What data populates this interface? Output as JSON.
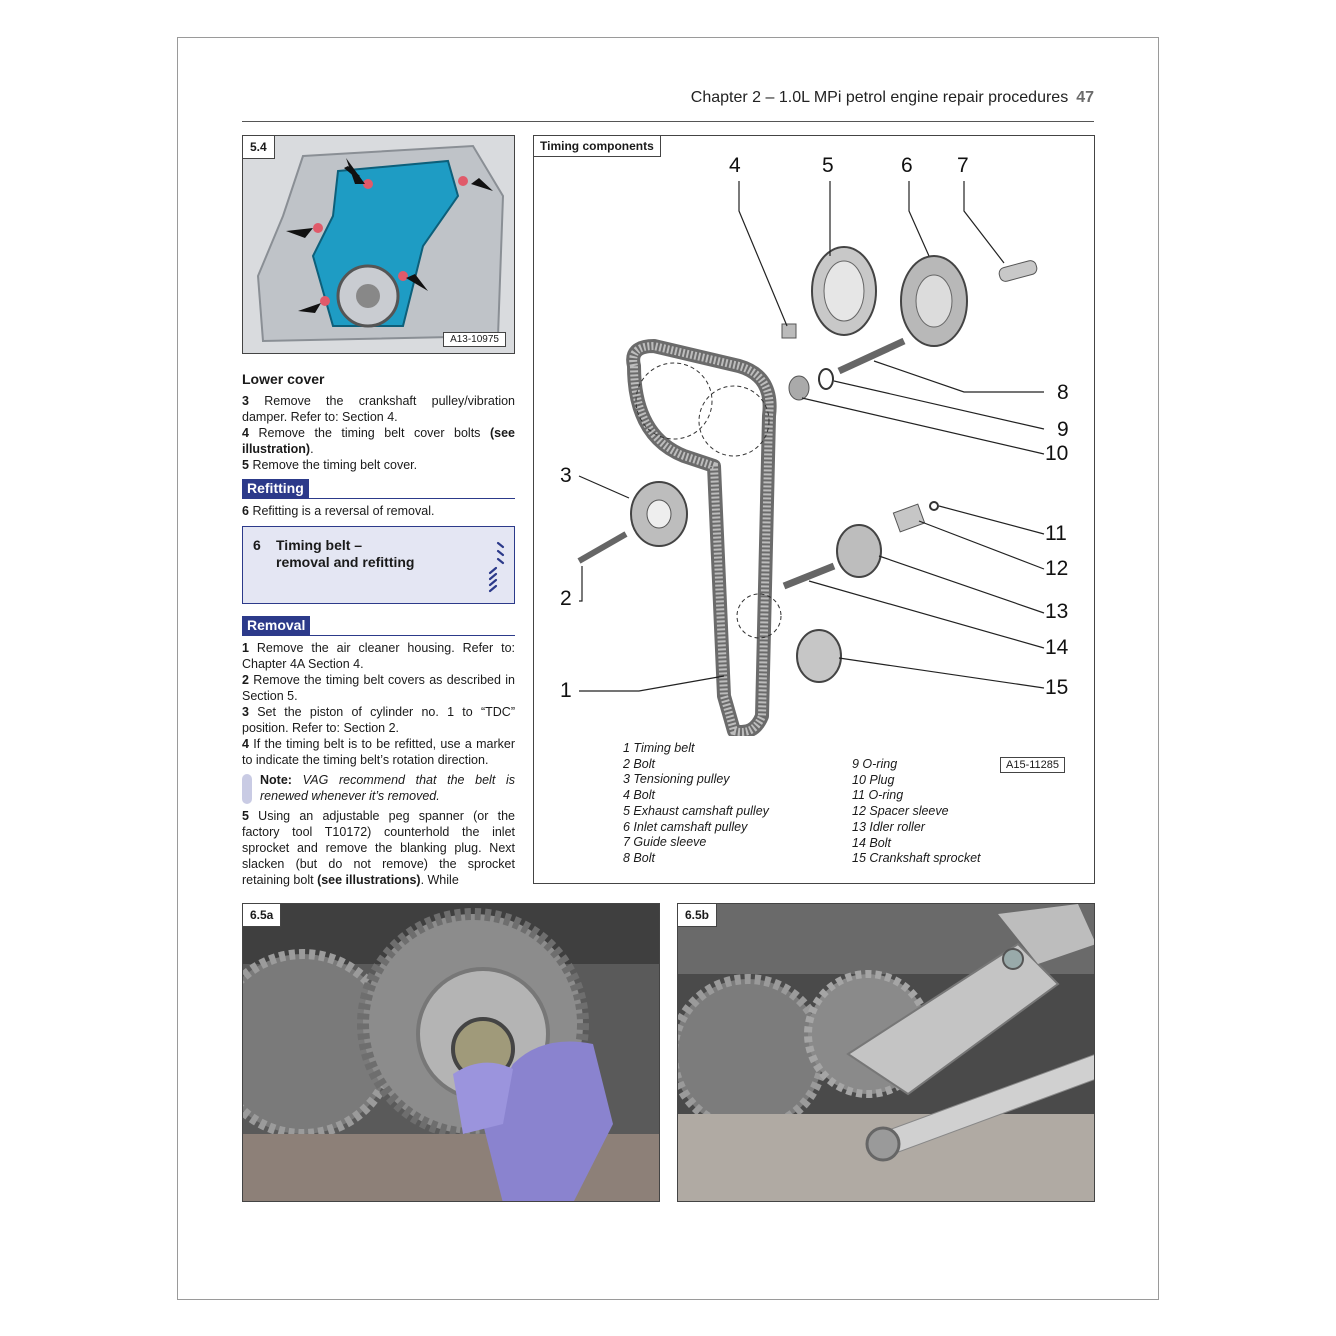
{
  "header": {
    "title": "Chapter 2 – 1.0L MPi petrol engine repair procedures",
    "page_number": "47"
  },
  "photo_5_4": {
    "label": "5.4",
    "code": "A13-10975"
  },
  "lower_cover": {
    "heading": "Lower cover",
    "s3_num": "3",
    "s3_text": "Remove the crankshaft pulley/vibration damper. Refer to: Section 4.",
    "s4_num": "4",
    "s4_text": "Remove the timing belt cover bolts",
    "s4_bold": "(see illustration)",
    "s4_end": ".",
    "s5_num": "5",
    "s5_text": "Remove the timing belt cover."
  },
  "refitting": {
    "heading": "Refitting",
    "s6_num": "6",
    "s6_text": "Refitting is a reversal of removal."
  },
  "section6": {
    "number": "6",
    "title_line1": "Timing belt –",
    "title_line2": "removal and refitting"
  },
  "removal": {
    "heading": "Removal",
    "s1_num": "1",
    "s1_text": "Remove the air cleaner housing. Refer to: Chapter 4A Section 4.",
    "s2_num": "2",
    "s2_text": "Remove the timing belt covers as described in Section 5.",
    "s3_num": "3",
    "s3_text": "Set the piston of cylinder no. 1 to “TDC” position. Refer to: Section 2.",
    "s4_num": "4",
    "s4_text": "If the timing belt is to be refitted, use a marker to indicate the timing belt’s rotation direction.",
    "note_label": "Note:",
    "note_text": "VAG recommend that the belt is renewed whenever it’s removed.",
    "s5_num": "5",
    "s5_text": "Using an adjustable peg spanner (or the factory tool T10172) counterhold the inlet sprocket and remove the blanking plug. Next slacken (but do not remove) the sprocket retaining bolt",
    "s5_bold": "(see illustrations)",
    "s5_end": ". While"
  },
  "diagram": {
    "tag": "Timing components",
    "code": "A15-11285",
    "callouts": [
      "1",
      "2",
      "3",
      "4",
      "5",
      "6",
      "7",
      "8",
      "9",
      "10",
      "11",
      "12",
      "13",
      "14",
      "15"
    ],
    "legend_left": [
      "1 Timing belt",
      "2 Bolt",
      "3 Tensioning pulley",
      "4 Bolt",
      "5 Exhaust camshaft pulley",
      "6 Inlet camshaft pulley",
      "7 Guide sleeve",
      "8 Bolt"
    ],
    "legend_right": [
      "9 O-ring",
      "10 Plug",
      "11 O-ring",
      "12 Spacer sleeve",
      "13 Idler roller",
      "14 Bolt",
      "15 Crankshaft sprocket"
    ]
  },
  "photo_6_5a": {
    "label": "6.5a"
  },
  "photo_6_5b": {
    "label": "6.5b"
  }
}
